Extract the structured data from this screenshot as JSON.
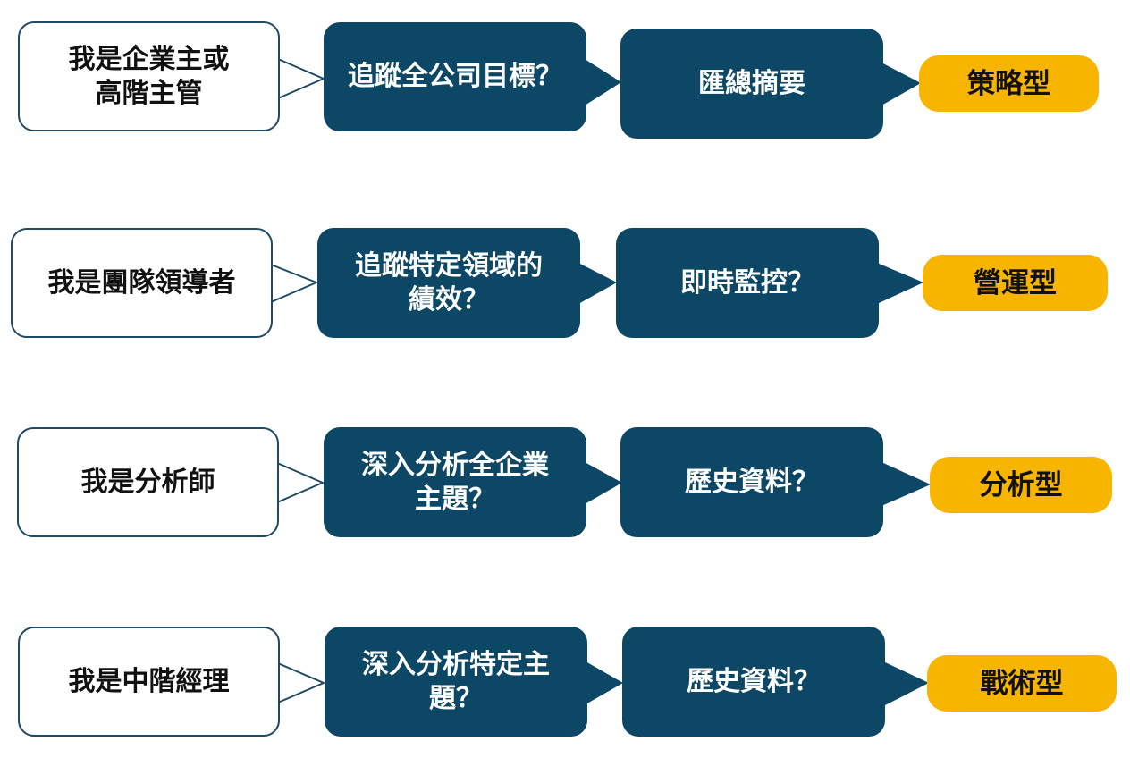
{
  "rows": [
    {
      "role": "我是企業主或\n高階主管",
      "question": "追蹤全公司目標？",
      "detail": "匯總摘要",
      "result": "策略型"
    },
    {
      "role": "我是團隊領導者",
      "question": "追蹤特定領域的\n績效？",
      "detail": "即時監控？",
      "result": "營運型"
    },
    {
      "role": "我是分析師",
      "question": "深入分析全企業\n主題？",
      "detail": "歷史資料？",
      "result": "分析型"
    },
    {
      "role": "我是中階經理",
      "question": "深入分析特定主\n題？",
      "detail": "歷史資料？",
      "result": "戰術型"
    }
  ],
  "colors": {
    "role_border": "#1e4a66",
    "role_fill": "#ffffff",
    "question_fill": "#0d4766",
    "result_fill": "#f7b500"
  }
}
